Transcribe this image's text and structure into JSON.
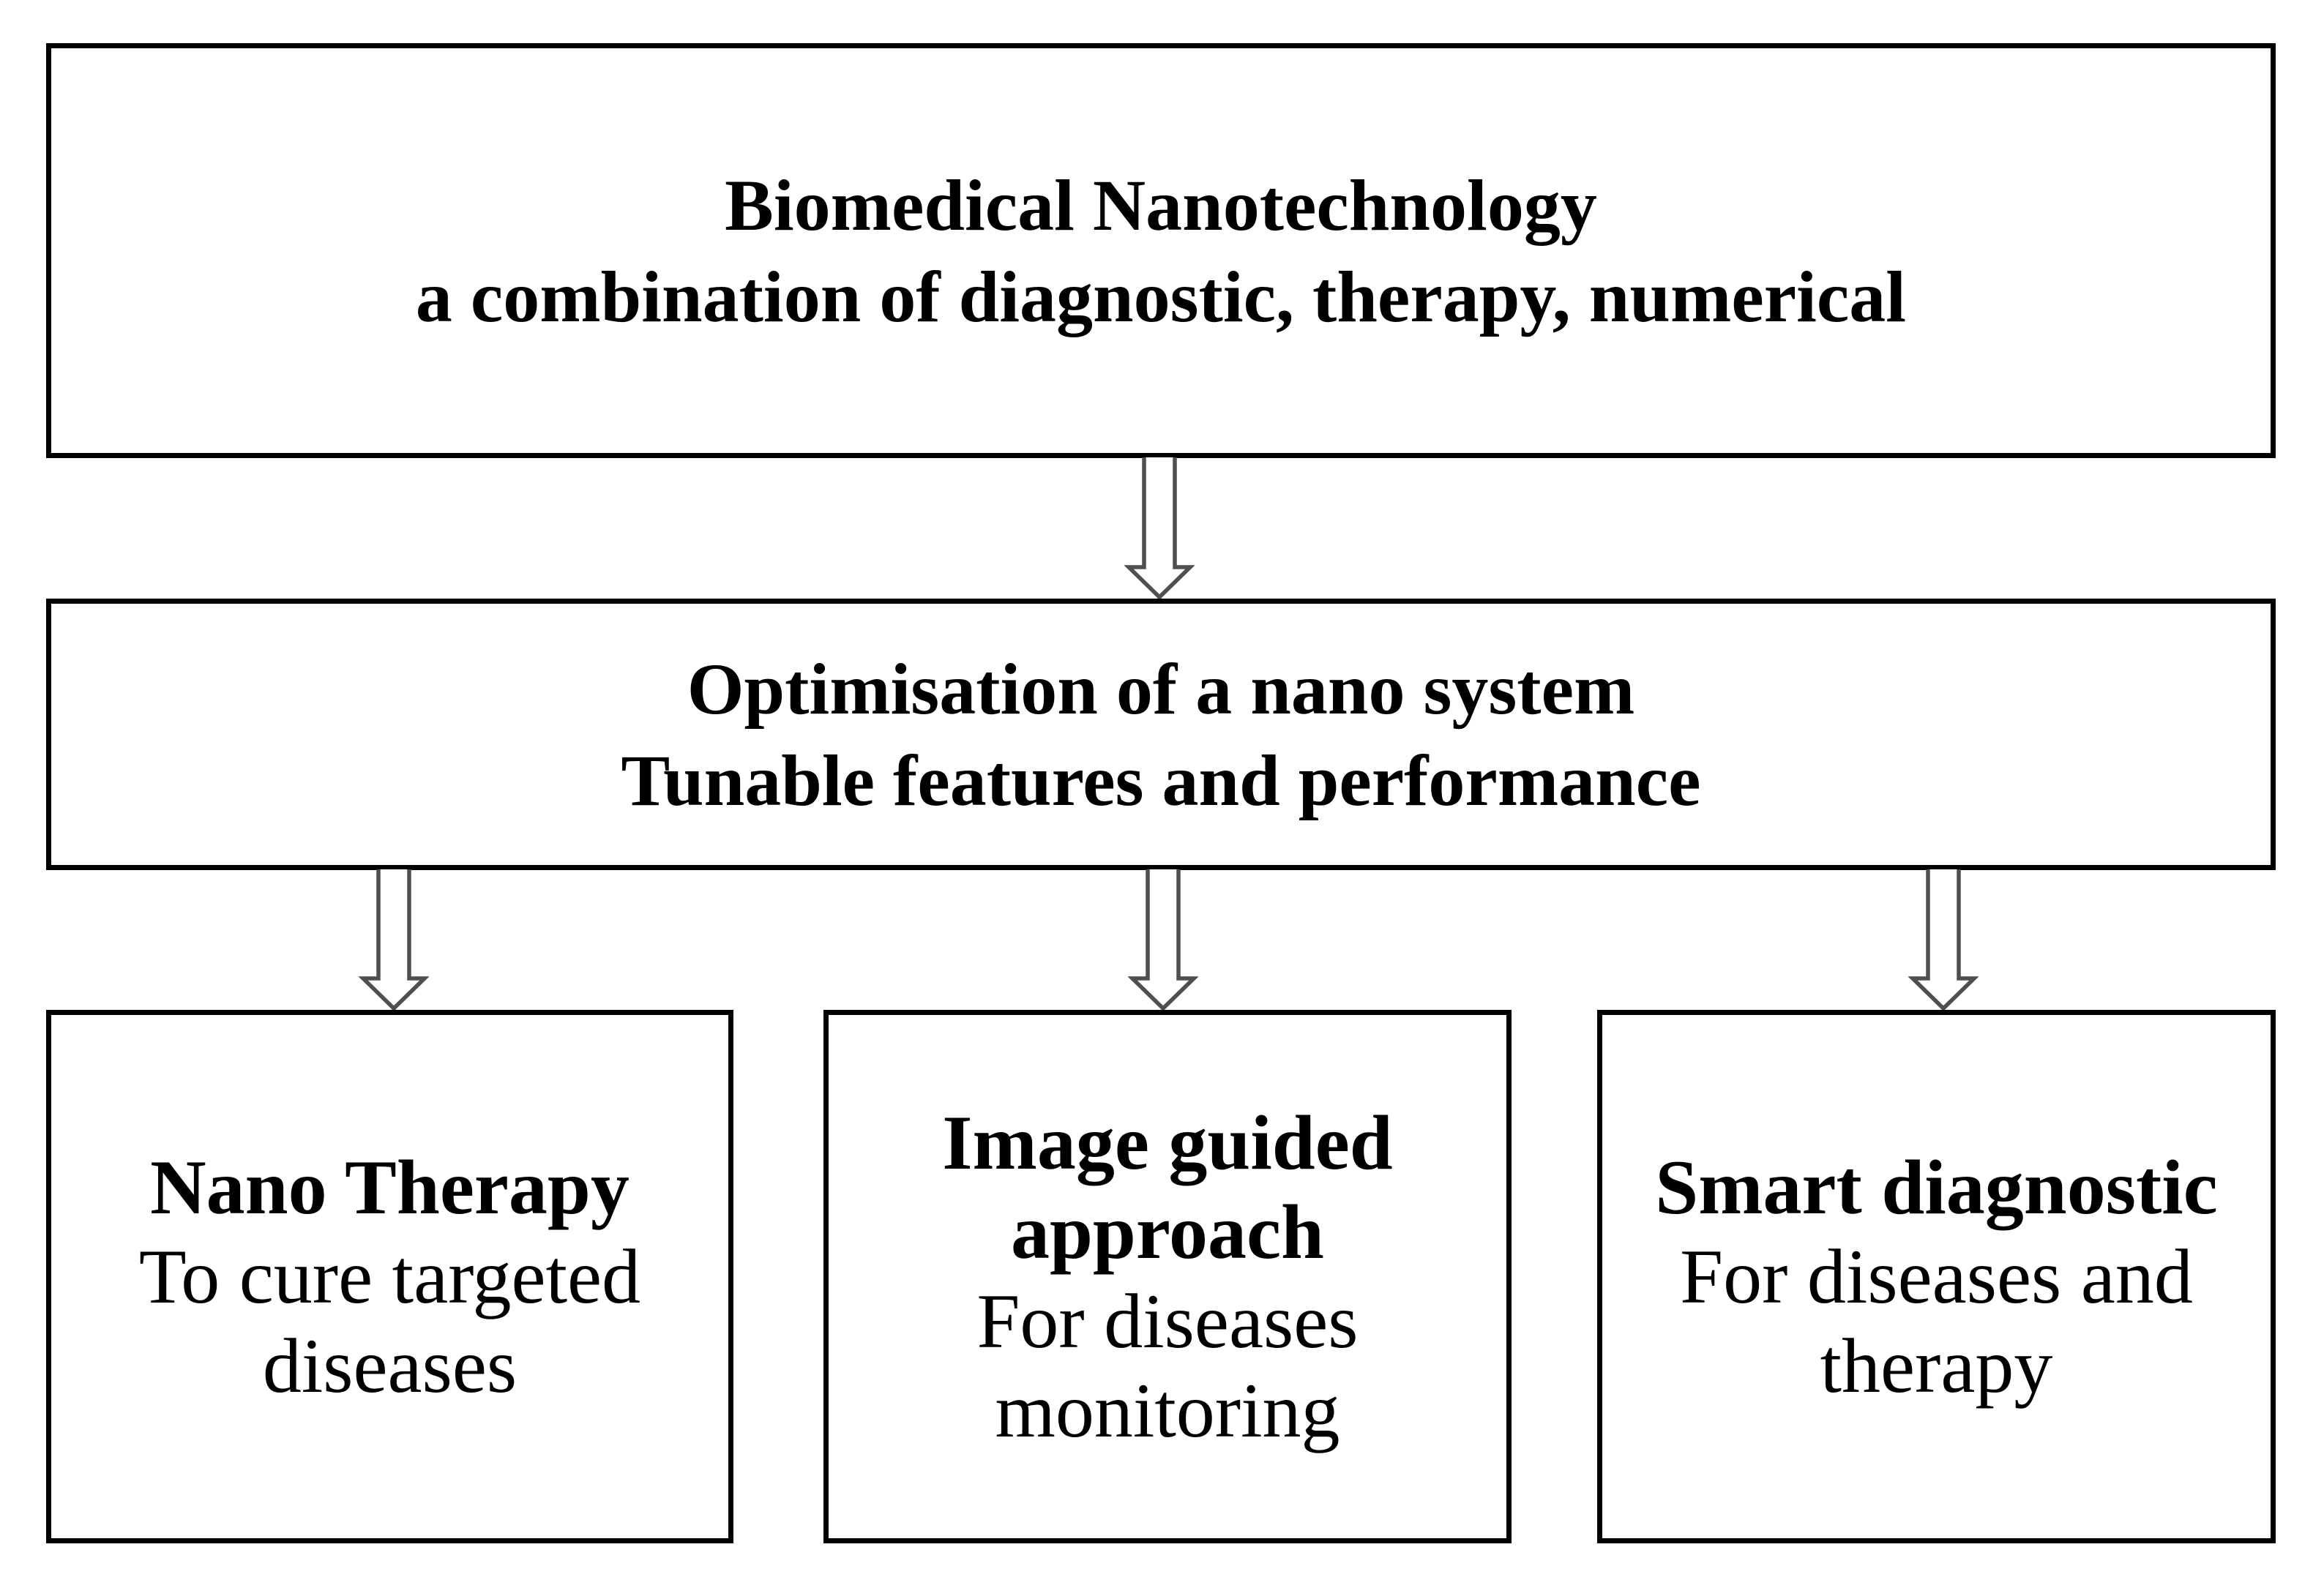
{
  "colors": {
    "background": "#ffffff",
    "box_border": "#000000",
    "arrow_outline": "#4f4f4f",
    "text": "#000000"
  },
  "top_box": {
    "lines": [
      "Biomedical Nanotechnology",
      "a combination of diagnostic, therapy, numerical"
    ]
  },
  "middle_box": {
    "lines": [
      "Optimisation of a nano system",
      "Tunable features and performance"
    ]
  },
  "bottom_boxes": [
    {
      "title_lines": [
        "Nano Therapy"
      ],
      "body_lines": [
        "To cure targeted",
        "diseases"
      ]
    },
    {
      "title_lines": [
        "Image guided",
        "approach"
      ],
      "body_lines": [
        "For diseases",
        "monitoring"
      ]
    },
    {
      "title_lines": [
        "Smart diagnostic"
      ],
      "body_lines": [
        "For diseases and",
        "therapy"
      ]
    }
  ]
}
